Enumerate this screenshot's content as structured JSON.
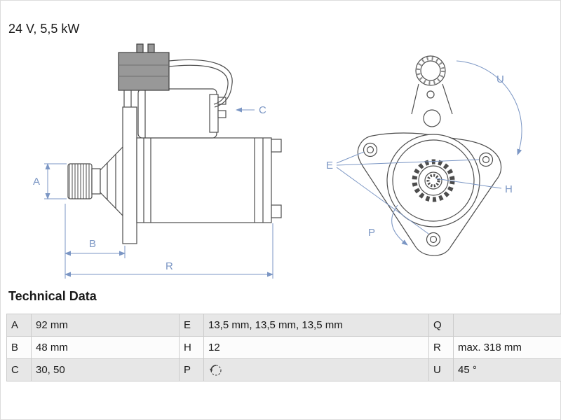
{
  "header": {
    "power_label": "24 V, 5,5 kW"
  },
  "diagram": {
    "labels": {
      "A": "A",
      "B": "B",
      "C": "C",
      "R": "R",
      "E": "E",
      "H": "H",
      "P": "P",
      "U": "U"
    }
  },
  "technical_data": {
    "title": "Technical Data",
    "rows": [
      {
        "k1": "A",
        "v1": "92 mm",
        "k2": "E",
        "v2": "13,5 mm, 13,5 mm, 13,5 mm",
        "k3": "Q",
        "v3": ""
      },
      {
        "k1": "B",
        "v1": "48 mm",
        "k2": "H",
        "v2": "12",
        "k3": "R",
        "v3": "max. 318 mm"
      },
      {
        "k1": "C",
        "v1": "30, 50",
        "k2": "P",
        "v2": "",
        "k3": "U",
        "v3": "45 °"
      }
    ],
    "p_icon": "rotation-ccw"
  },
  "colors": {
    "dimension_blue": "#7b96c4",
    "line_gray": "#4d4d4d",
    "row_gray": "#e7e7e7"
  }
}
